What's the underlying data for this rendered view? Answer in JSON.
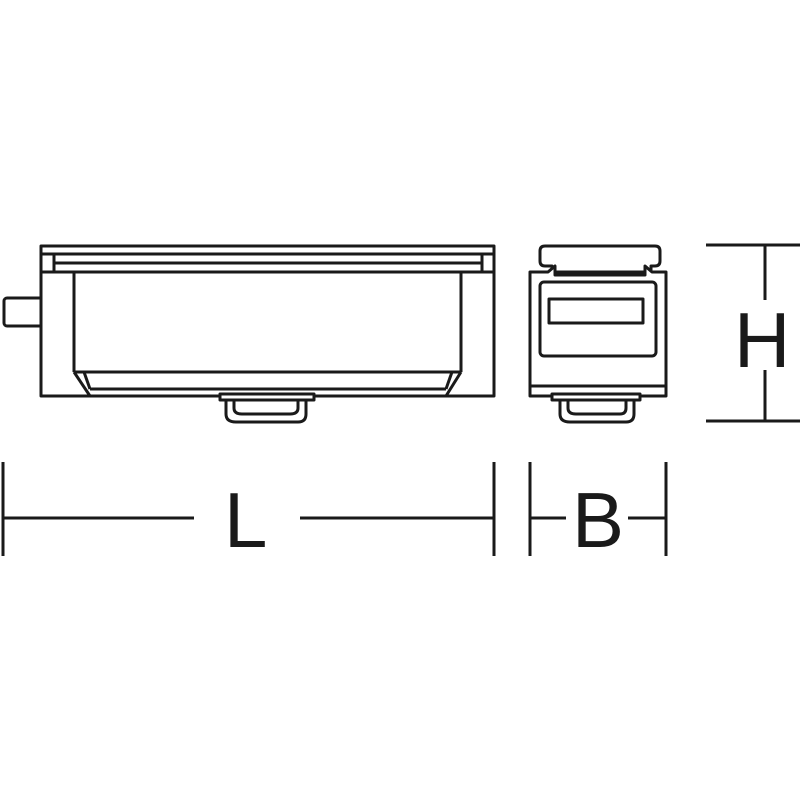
{
  "dimensions": {
    "length_label": "L",
    "width_label": "B",
    "height_label": "H"
  },
  "colors": {
    "line": "#1a1a1a",
    "background": "#ffffff"
  }
}
